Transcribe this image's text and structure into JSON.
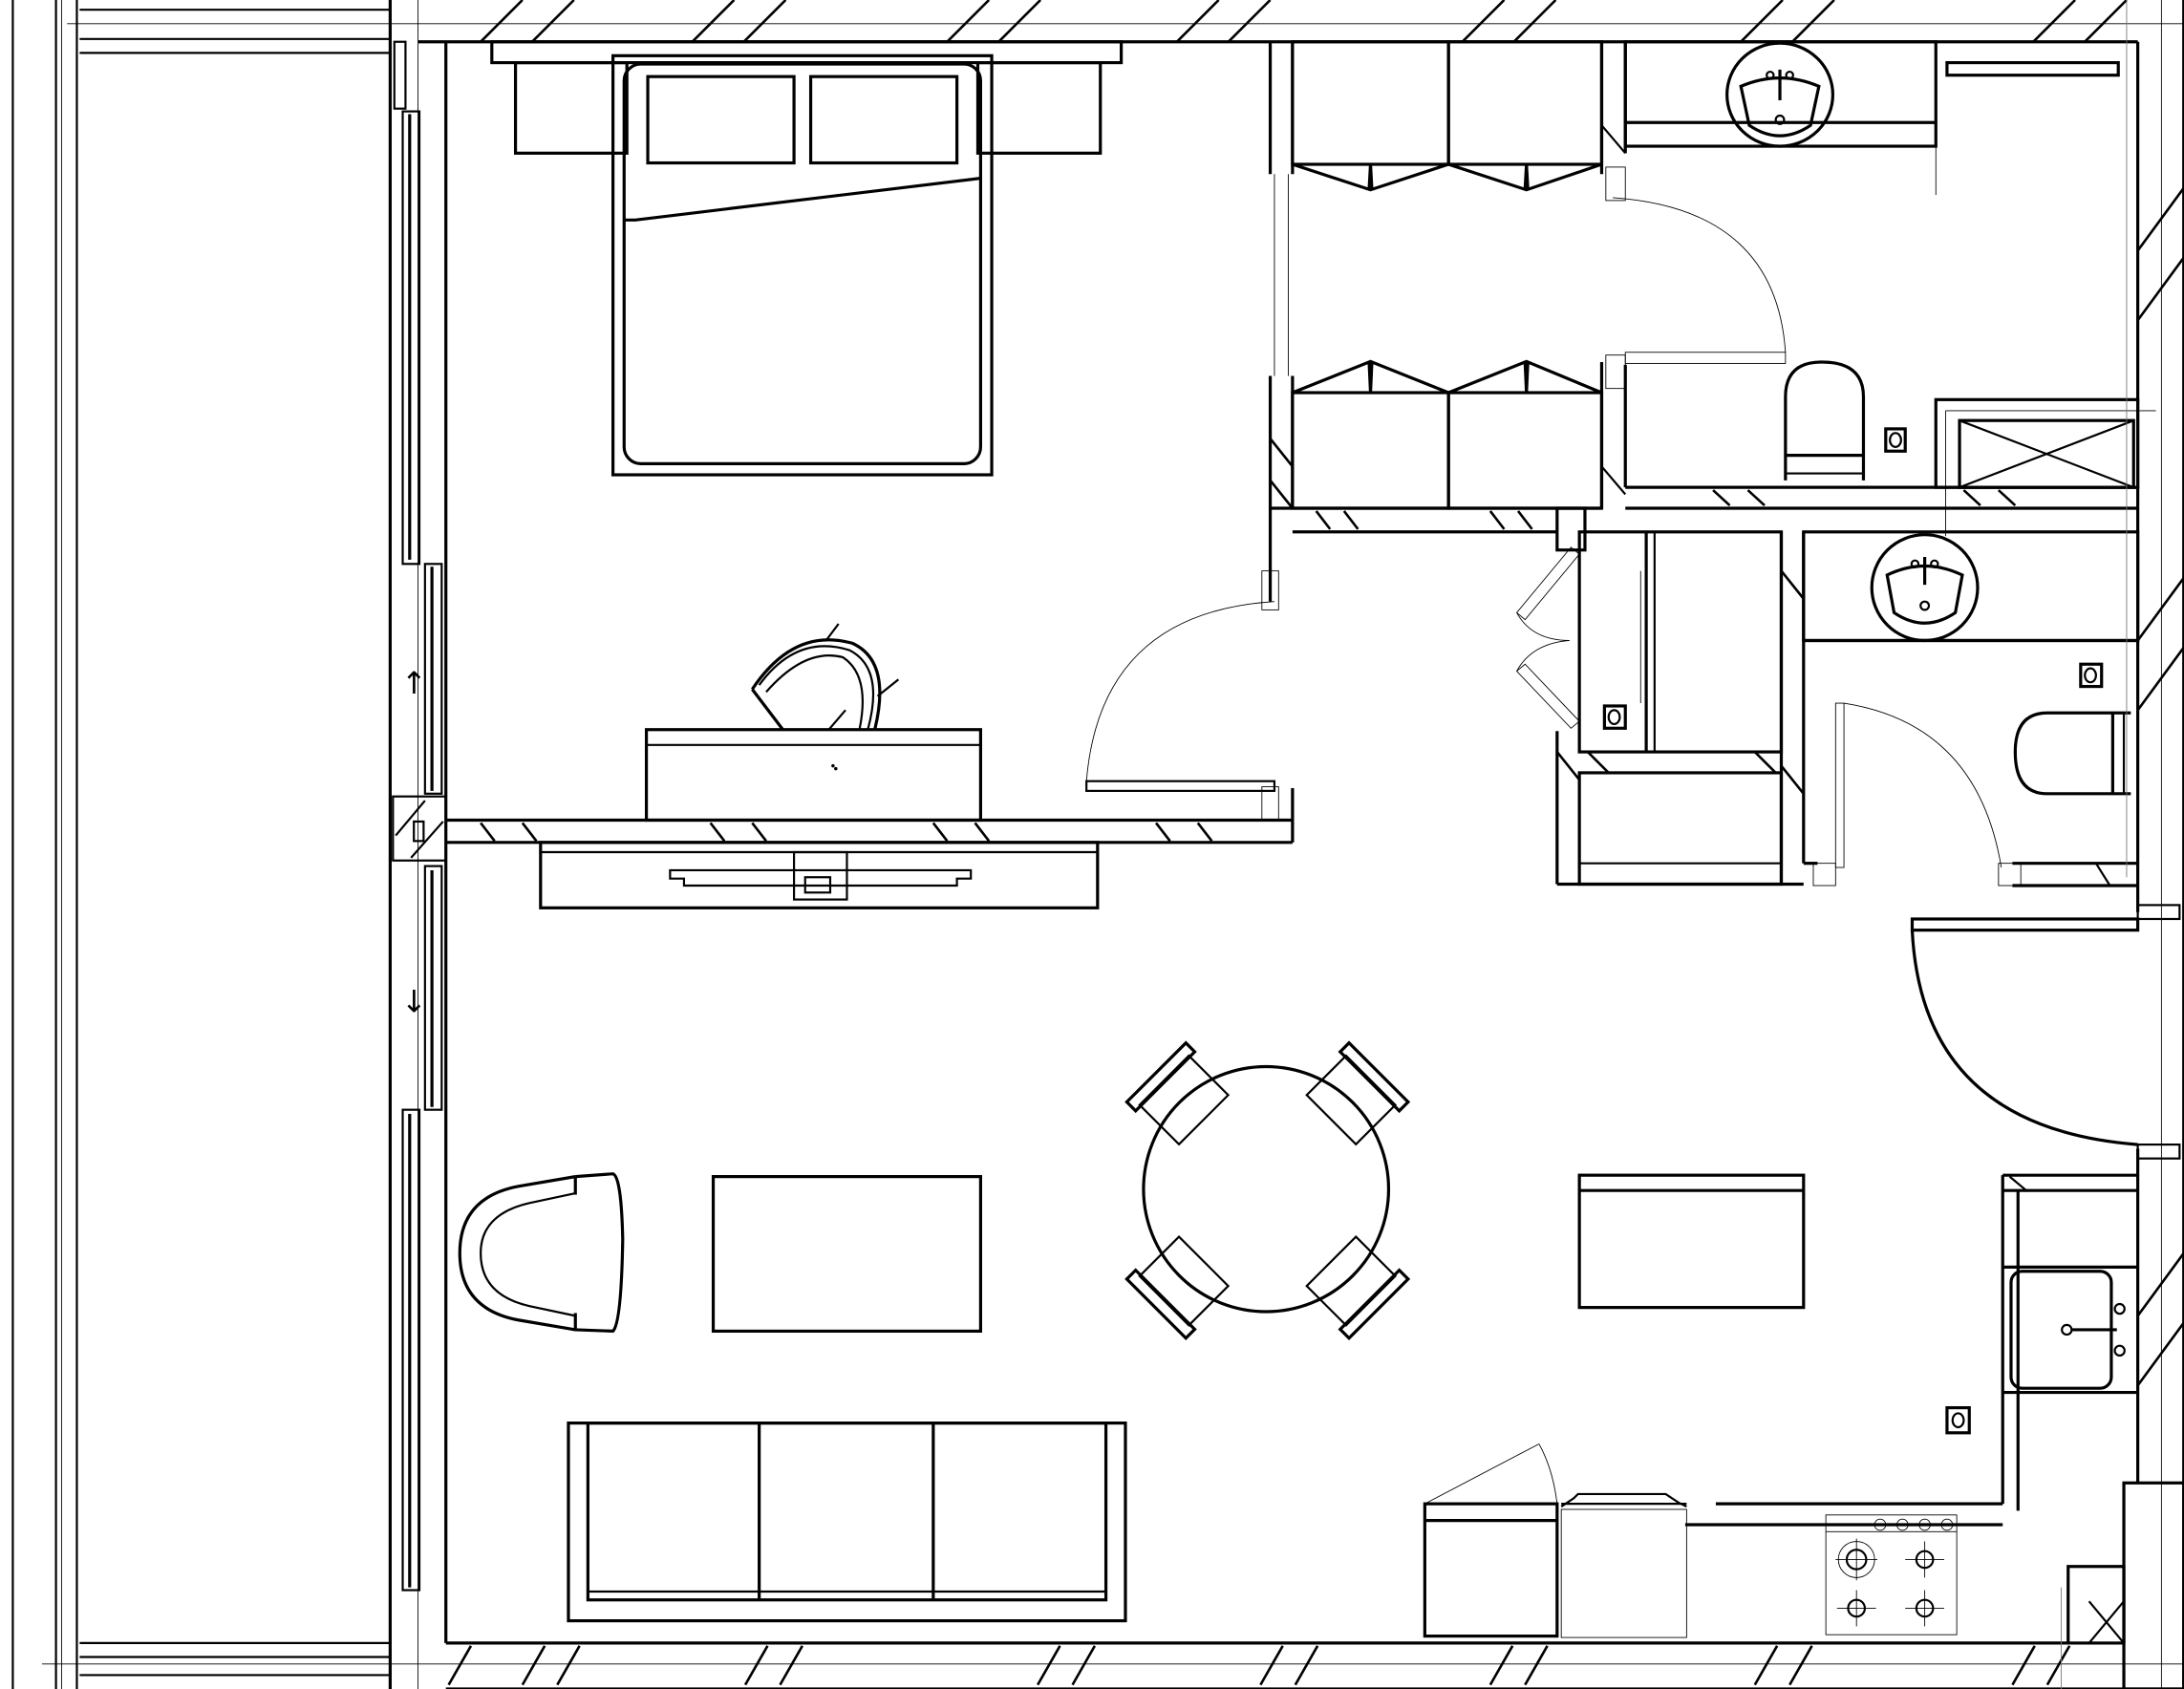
{
  "drawing": {
    "type": "architectural floor plan",
    "colors": {
      "line": "#000000",
      "background": "#ffffff",
      "thin_line": "#777777"
    },
    "rooms": [
      {
        "id": "balcony",
        "label": ""
      },
      {
        "id": "bedroom",
        "label": ""
      },
      {
        "id": "walk-in-closet",
        "label": ""
      },
      {
        "id": "bathroom",
        "label": ""
      },
      {
        "id": "wc",
        "label": ""
      },
      {
        "id": "laundry",
        "label": ""
      },
      {
        "id": "living-dining-kitchen",
        "label": ""
      }
    ],
    "furniture": {
      "bedroom": [
        "double-bed",
        "pillow",
        "pillow",
        "headboard-shelf",
        "desk",
        "desk-chair"
      ],
      "living": [
        "tv-unit",
        "armchair",
        "coffee-table",
        "sofa-3-seat"
      ],
      "dining": [
        "round-table",
        "chair",
        "chair",
        "chair",
        "chair"
      ],
      "kitchen": [
        "kitchen-island",
        "kitchen-sink",
        "gas-hob-4-burner",
        "dishwasher",
        "oven",
        "worktop"
      ],
      "closet": [
        "wardrobe-top-left",
        "wardrobe-top-right",
        "wardrobe-bottom-left",
        "wardrobe-bottom-right"
      ],
      "bathroom": [
        "washbasin",
        "toilet",
        "shower-tray",
        "towel-rail"
      ],
      "wc": [
        "washbasin",
        "toilet"
      ],
      "laundry": [
        "washing-machine",
        "dryer",
        "cabinet"
      ]
    },
    "doors": [
      "bedroom-door",
      "closet-bath-door",
      "laundry-bifold-door",
      "wc-door",
      "entrance-door",
      "appliance-door"
    ],
    "arrows": {
      "up": "↑",
      "down": "↓"
    },
    "text_labels": []
  }
}
